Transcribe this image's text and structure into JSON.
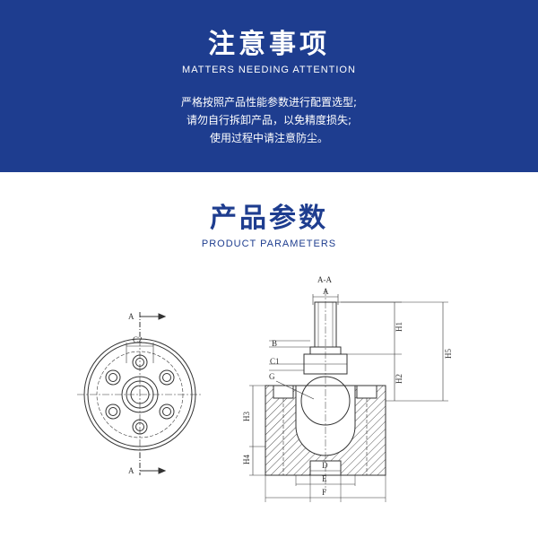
{
  "notice": {
    "title": "注意事项",
    "subtitle": "MATTERS NEEDING ATTENTION",
    "lines": [
      "严格按照产品性能参数进行配置选型;",
      "请勿自行拆卸产品，以免精度损失;",
      "使用过程中请注意防尘。"
    ]
  },
  "params": {
    "title": "产品参数",
    "subtitle": "PRODUCT PARAMETERS"
  },
  "drawing": {
    "section_label": "A-A",
    "labels": {
      "a_top": "A",
      "a_left_top": "A",
      "a_left_bottom": "A",
      "c2": "C2",
      "b": "B",
      "c1": "C1",
      "g": "G",
      "h1": "H1",
      "h2": "H2",
      "h3": "H3",
      "h4": "H4",
      "h5": "H5",
      "d": "D",
      "e": "E",
      "f": "F"
    }
  },
  "colors": {
    "banner": "#1e3d8f",
    "title": "#1e3d8f",
    "hatch": "#555555"
  }
}
